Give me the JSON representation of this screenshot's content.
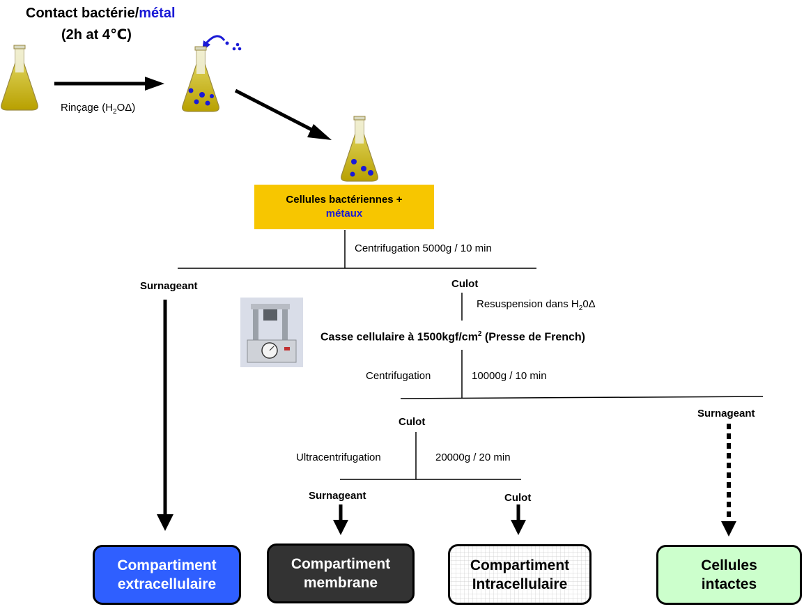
{
  "header": {
    "title_prefix": "Contact bactérie/",
    "title_metal": "métal",
    "title_line2": "(2h at 4℃)"
  },
  "rinse_label": {
    "prefix": "Rinçage (H",
    "sub": "2",
    "suffix": "OΔ)"
  },
  "start_box": {
    "line1": "Cellules bactériennes +",
    "line2": "métaux"
  },
  "steps": {
    "centrifugation1": "Centrifugation 5000g / 10 min",
    "surnageant_left": "Surnageant",
    "culot_top": "Culot",
    "resuspension": {
      "prefix": "Resuspension dans H",
      "sub": "2",
      "suffix": "0Δ"
    },
    "casse": {
      "prefix": "Casse cellulaire à 1500kgf/cm",
      "sup": "2",
      "suffix": " (Presse de French)"
    },
    "centrifugation2_left": "Centrifugation",
    "centrifugation2_right": "10000g / 10 min",
    "culot_mid": "Culot",
    "surnageant_right": "Surnageant",
    "ultra_left": "Ultracentrifugation",
    "ultra_right": "20000g / 20 min",
    "surnageant_bottom": "Surnageant",
    "culot_bottom": "Culot"
  },
  "compartments": [
    {
      "line1": "Compartiment",
      "line2": "extracellulaire",
      "bg": "#2f5fff",
      "fg": "#ffffff"
    },
    {
      "line1": "Compartiment",
      "line2": "membrane",
      "bg": "#333333",
      "fg": "#ffffff"
    },
    {
      "line1": "Compartiment",
      "line2": "Intracellulaire",
      "bg": "#e6e6e6",
      "fg": "#000000"
    },
    {
      "line1": "Cellules",
      "line2": "intactes",
      "bg": "#ccffcc",
      "fg": "#000000"
    }
  ],
  "colors": {
    "metal_blue": "#1a1ad6",
    "yellow_box": "#f7c600"
  }
}
